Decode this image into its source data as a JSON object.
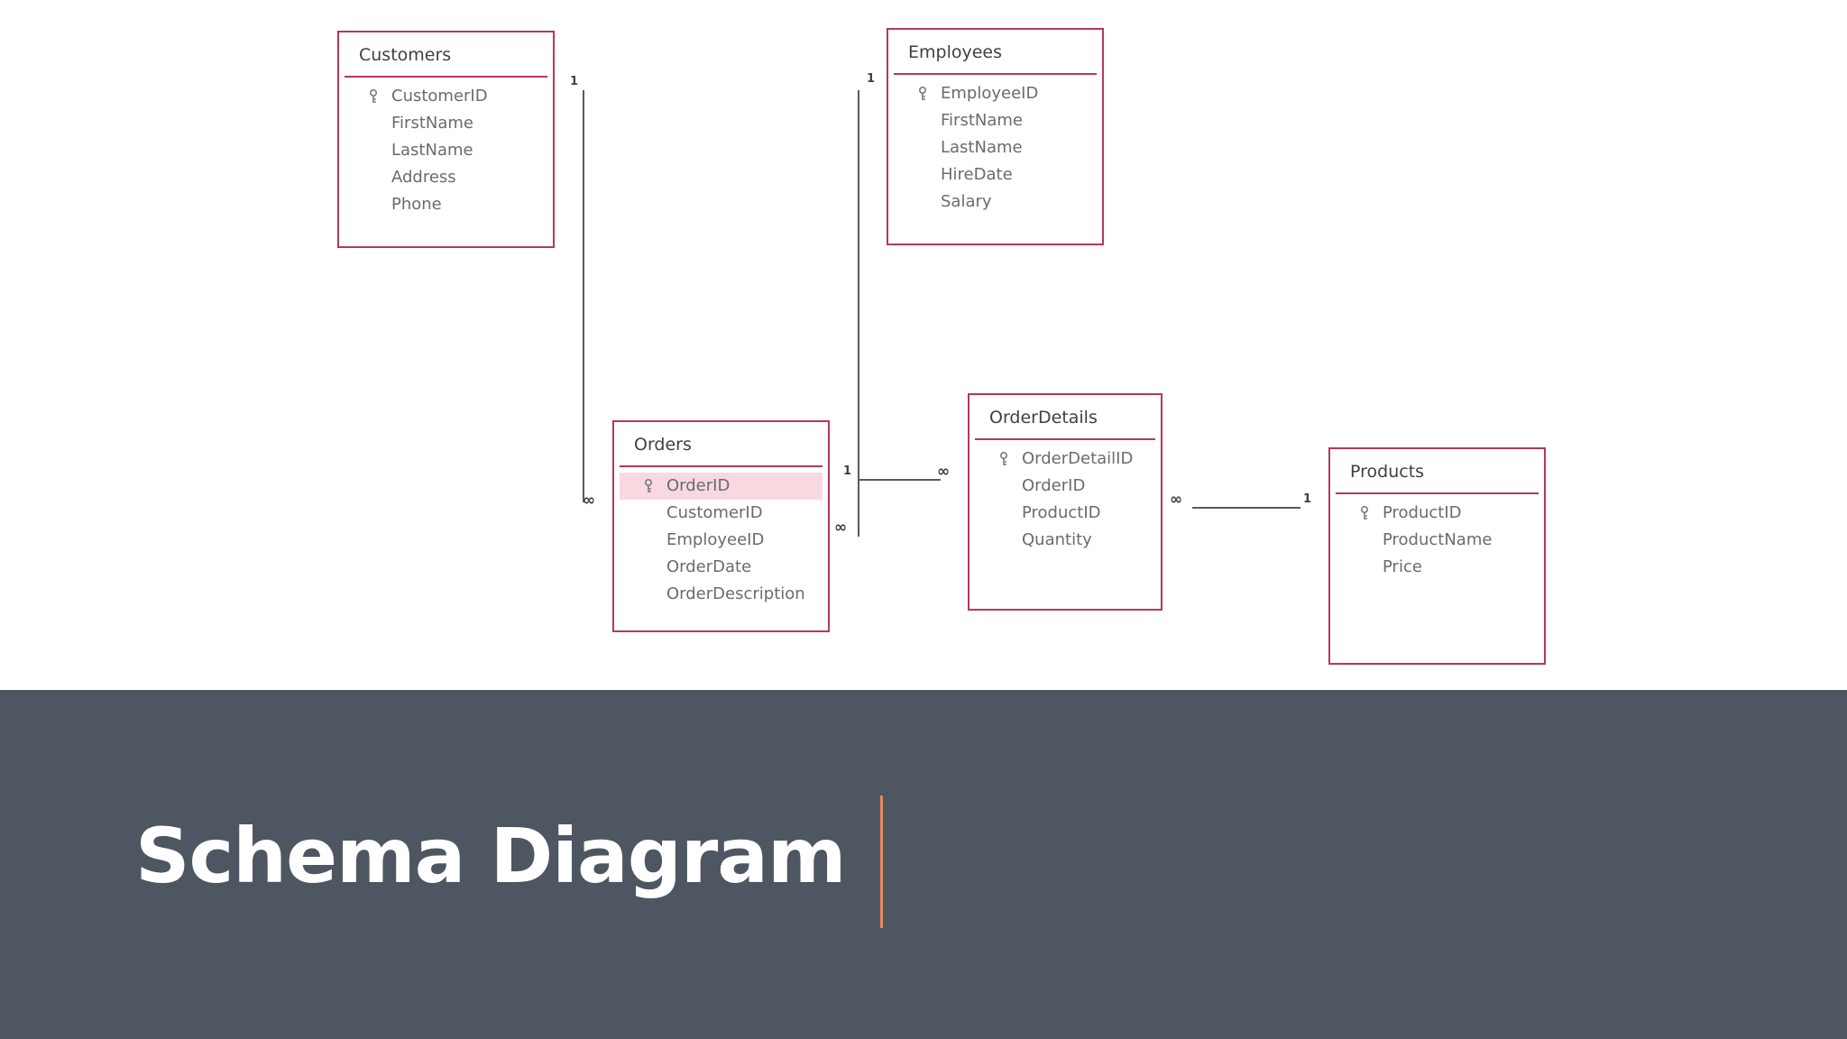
{
  "page_title": "Schema Diagram",
  "colors": {
    "table_border": "#b5385a",
    "selected_row": "#f8d9df",
    "footer_background": "#4e5761",
    "accent": "#e8865c",
    "title_text": "#ffffff",
    "field_text": "#6b6b6b"
  },
  "tables": [
    {
      "id": "customers",
      "title": "Customers",
      "fields": [
        {
          "name": "CustomerID",
          "primary_key": true
        },
        {
          "name": "FirstName"
        },
        {
          "name": "LastName"
        },
        {
          "name": "Address"
        },
        {
          "name": "Phone"
        }
      ]
    },
    {
      "id": "employees",
      "title": "Employees",
      "fields": [
        {
          "name": "EmployeeID",
          "primary_key": true
        },
        {
          "name": "FirstName"
        },
        {
          "name": "LastName"
        },
        {
          "name": "HireDate"
        },
        {
          "name": "Salary"
        }
      ]
    },
    {
      "id": "orders",
      "title": "Orders",
      "fields": [
        {
          "name": "OrderID",
          "primary_key": true,
          "selected": true
        },
        {
          "name": "CustomerID"
        },
        {
          "name": "EmployeeID"
        },
        {
          "name": "OrderDate"
        },
        {
          "name": "OrderDescription"
        }
      ]
    },
    {
      "id": "orderdetails",
      "title": "OrderDetails",
      "fields": [
        {
          "name": "OrderDetailID",
          "primary_key": true
        },
        {
          "name": "OrderID"
        },
        {
          "name": "ProductID"
        },
        {
          "name": "Quantity"
        }
      ]
    },
    {
      "id": "products",
      "title": "Products",
      "fields": [
        {
          "name": "ProductID",
          "primary_key": true
        },
        {
          "name": "ProductName"
        },
        {
          "name": "Price"
        }
      ]
    }
  ],
  "relationships": [
    {
      "from": "customers",
      "to": "orders",
      "one_label": "1",
      "many_label": "∞"
    },
    {
      "from": "employees",
      "to": "orders",
      "one_label": "1",
      "many_label": "∞"
    },
    {
      "from": "orders",
      "to": "orderdetails",
      "one_label": "1",
      "many_label": "∞"
    },
    {
      "from": "products",
      "to": "orderdetails",
      "one_label": "1",
      "many_label": "∞"
    }
  ]
}
